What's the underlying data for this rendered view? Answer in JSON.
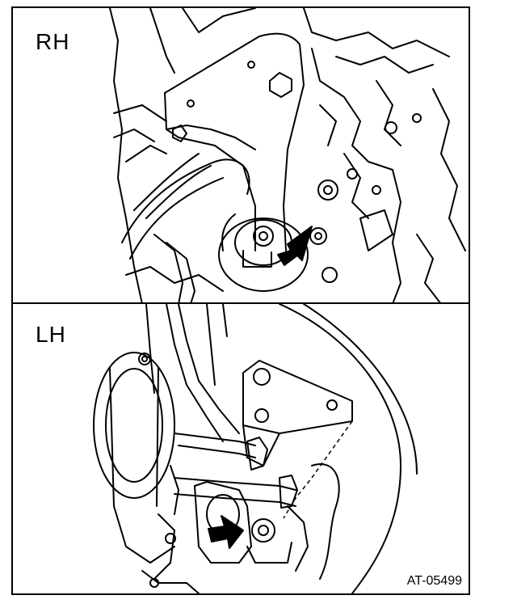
{
  "panels": {
    "top": {
      "label": "RH"
    },
    "bottom": {
      "label": "LH"
    }
  },
  "figure_code": "AT-05499",
  "colors": {
    "line": "#000000",
    "background": "#ffffff",
    "arrow": "#000000"
  },
  "icons": [
    "arrow-pointer-icon"
  ]
}
